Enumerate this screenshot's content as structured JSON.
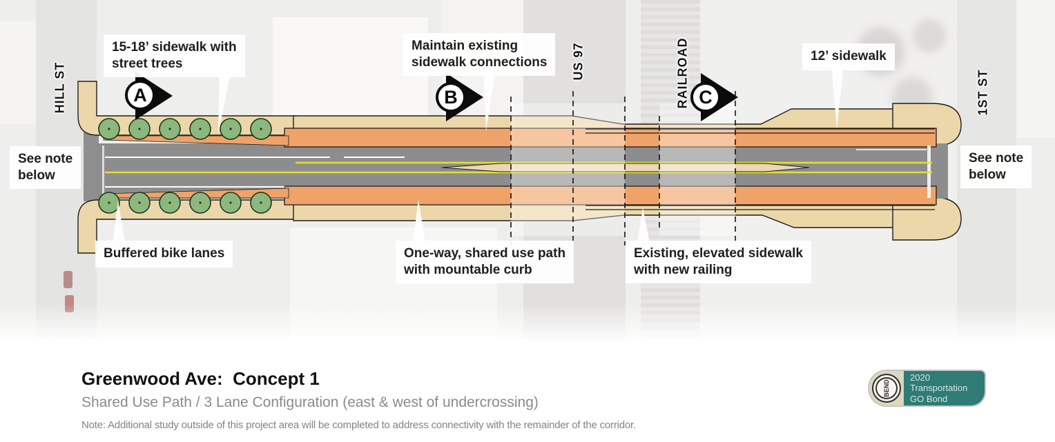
{
  "plan": {
    "street_labels": [
      {
        "id": "hill-st",
        "text": "HILL ST"
      },
      {
        "id": "us-97",
        "text": "US 97"
      },
      {
        "id": "railroad",
        "text": "RAILROAD"
      },
      {
        "id": "1st-st",
        "text": "1ST ST"
      }
    ],
    "markers": [
      {
        "letter": "A"
      },
      {
        "letter": "B"
      },
      {
        "letter": "C"
      }
    ],
    "callouts": [
      {
        "text": "15-18’ sidewalk with\nstreet trees"
      },
      {
        "text": "Maintain existing\nsidewalk connections"
      },
      {
        "text": "12’ sidewalk"
      },
      {
        "text": "See note\nbelow"
      },
      {
        "text": "See note\nbelow"
      },
      {
        "text": "Buffered bike lanes"
      },
      {
        "text": "One-way, shared use path\nwith mountable curb"
      },
      {
        "text": "Existing, elevated sidewalk\nwith new railing"
      }
    ]
  },
  "footer": {
    "title": "Greenwood Ave:  Concept 1",
    "subtitle": "Shared Use Path / 3 Lane Configuration (east & west of undercrossing)",
    "note": "Note: Additional study outside of this project area will be completed to address connectivity with the remainder of the corridor."
  },
  "badge": {
    "seal": "BEND",
    "line1": "2020",
    "line2": "Transportation",
    "line3": "GO Bond"
  },
  "colors": {
    "sidewalk_tan": "#ecd7ab",
    "shared_path_orange": "#f0a368",
    "road_gray": "#8d8d8d",
    "tree_green": "#8cb87e",
    "centerline_yellow": "#e3df39",
    "badge_teal": "#2f7b76"
  }
}
